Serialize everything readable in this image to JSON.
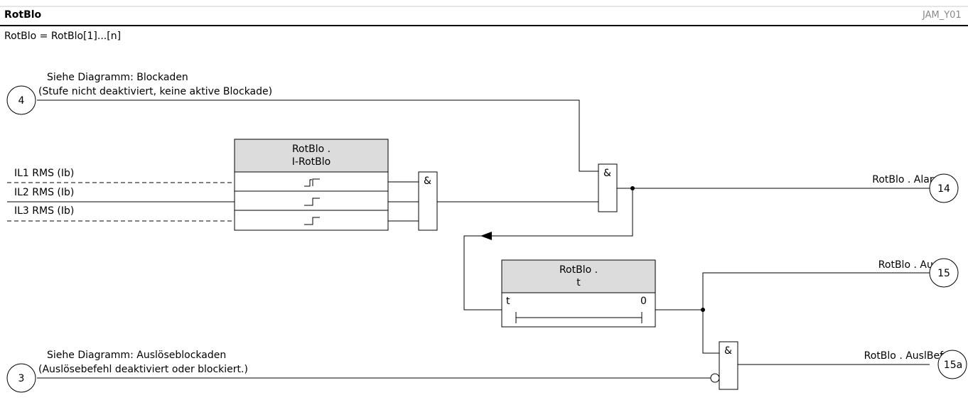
{
  "header": {
    "title": "RotBlo",
    "code": "JAM_Y01"
  },
  "subtitle": "RotBlo = RotBlo[1]...[n]",
  "connectors": {
    "c4": {
      "number": "4",
      "line1": "Siehe Diagramm: Blockaden",
      "line2": "(Stufe nicht deaktiviert, keine aktive Blockade)"
    },
    "c3": {
      "number": "3",
      "line1": "Siehe Diagramm: Auslöseblockaden",
      "line2": "(Auslösebefehl deaktiviert oder blockiert.)"
    }
  },
  "inputs": [
    "IL1 RMS (Ib)",
    "IL2 RMS (Ib)",
    "IL3 RMS (Ib)"
  ],
  "threshold_block": {
    "line1": "RotBlo .",
    "line2": "I-RotBlo"
  },
  "timer_block": {
    "line1": "RotBlo .",
    "line2": "t",
    "t_label": "t",
    "zero_label": "0"
  },
  "and_gate_symbol": "&",
  "outputs": {
    "alarm": {
      "label": "RotBlo . Alarm",
      "number": "14"
    },
    "ausl": {
      "label": "RotBlo . Ausl",
      "number": "15"
    },
    "auslbef": {
      "label": "RotBlo . AuslBef",
      "number": "15a"
    }
  }
}
